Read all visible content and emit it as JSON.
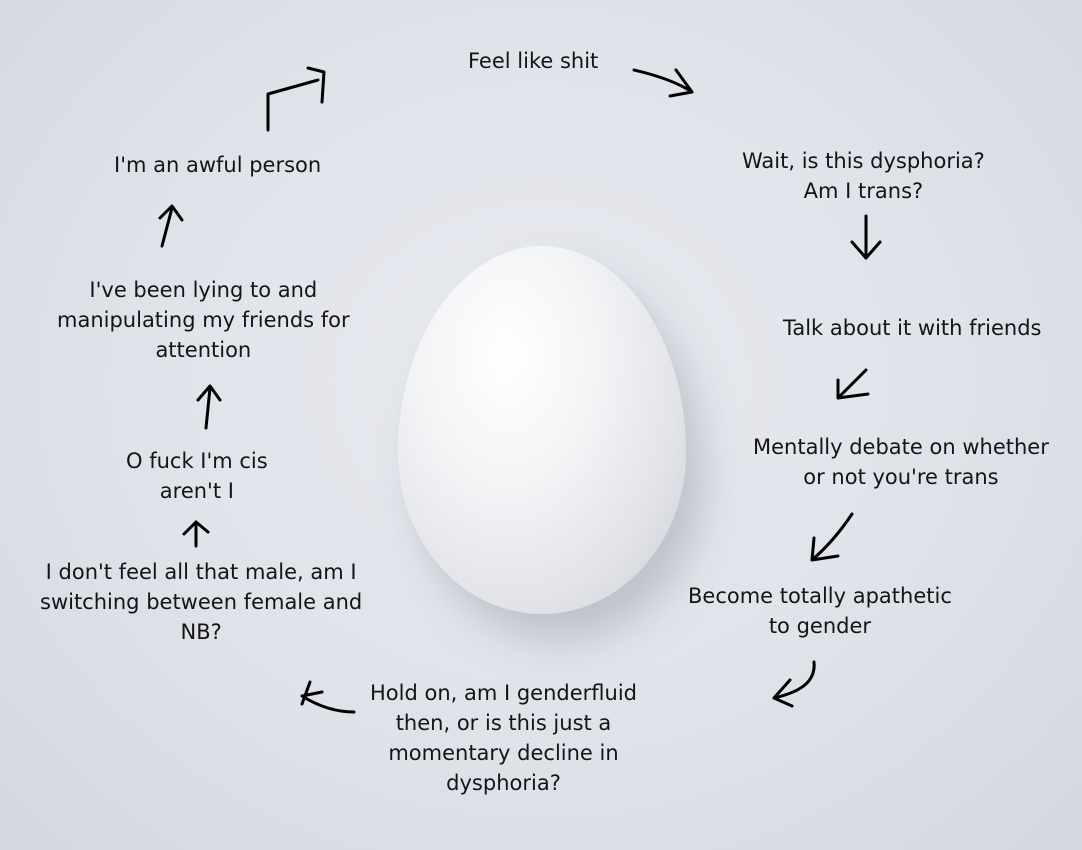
{
  "diagram": {
    "steps": [
      {
        "id": "feel-like-shit",
        "lines": [
          "Feel like shit"
        ]
      },
      {
        "id": "is-this-dysphoria",
        "lines": [
          "Wait, is this dysphoria?",
          "Am I trans?"
        ]
      },
      {
        "id": "talk-with-friends",
        "lines": [
          "Talk about it with friends"
        ]
      },
      {
        "id": "mentally-debate",
        "lines": [
          "Mentally debate on whether",
          "or not you're trans"
        ]
      },
      {
        "id": "apathetic",
        "lines": [
          "Become totally apathetic",
          "to gender"
        ]
      },
      {
        "id": "genderfluid",
        "lines": [
          "Hold on, am I genderfluid",
          "then, or is this just a",
          "momentary decline in",
          "dysphoria?"
        ]
      },
      {
        "id": "not-male",
        "lines": [
          "I don't feel all that male, am I",
          "switching between female and",
          "NB?"
        ]
      },
      {
        "id": "cis",
        "lines": [
          "O fuck I'm cis",
          "aren't I"
        ]
      },
      {
        "id": "lying",
        "lines": [
          "I've been lying to and",
          "manipulating my friends for",
          "attention"
        ]
      },
      {
        "id": "awful-person",
        "lines": [
          "I'm an awful person"
        ]
      }
    ]
  }
}
